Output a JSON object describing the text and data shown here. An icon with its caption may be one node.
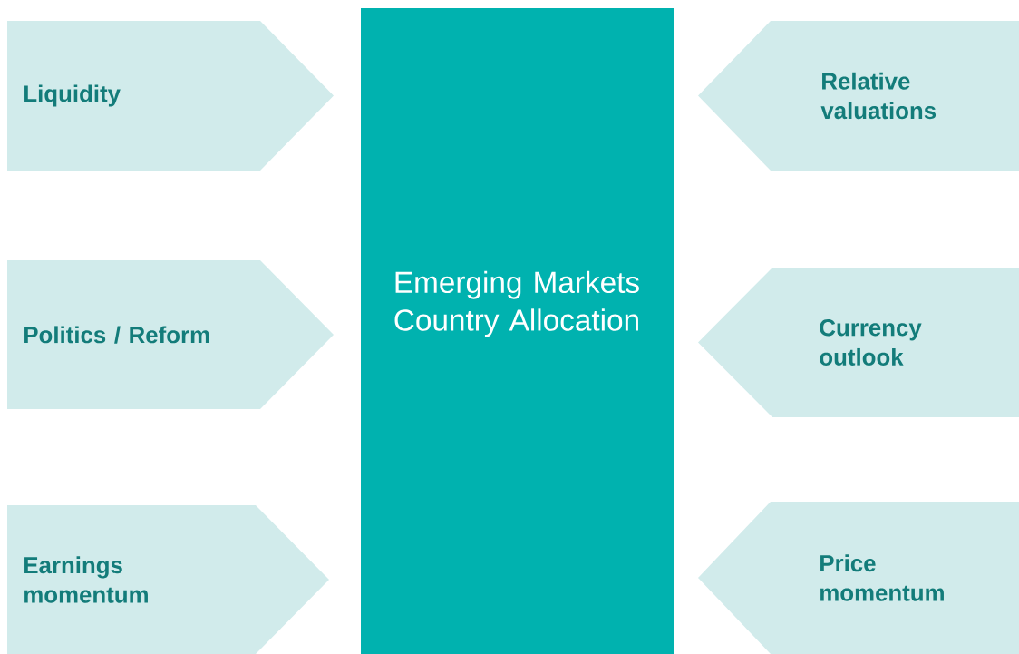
{
  "diagram": {
    "nodes": [
      {
        "text": [
          "Liquidity"
        ]
      },
      {
        "text": [
          "Emerging Markets Country Allocation"
        ]
      },
      {
        "text": [
          "Relative valuations"
        ]
      },
      {
        "text": [
          "Politics / Reform"
        ]
      },
      {
        "text": [
          "Currency outlook"
        ]
      },
      {
        "text": [
          "Earnings momentum"
        ]
      },
      {
        "text": [
          "Price momentum"
        ]
      }
    ]
  }
}
